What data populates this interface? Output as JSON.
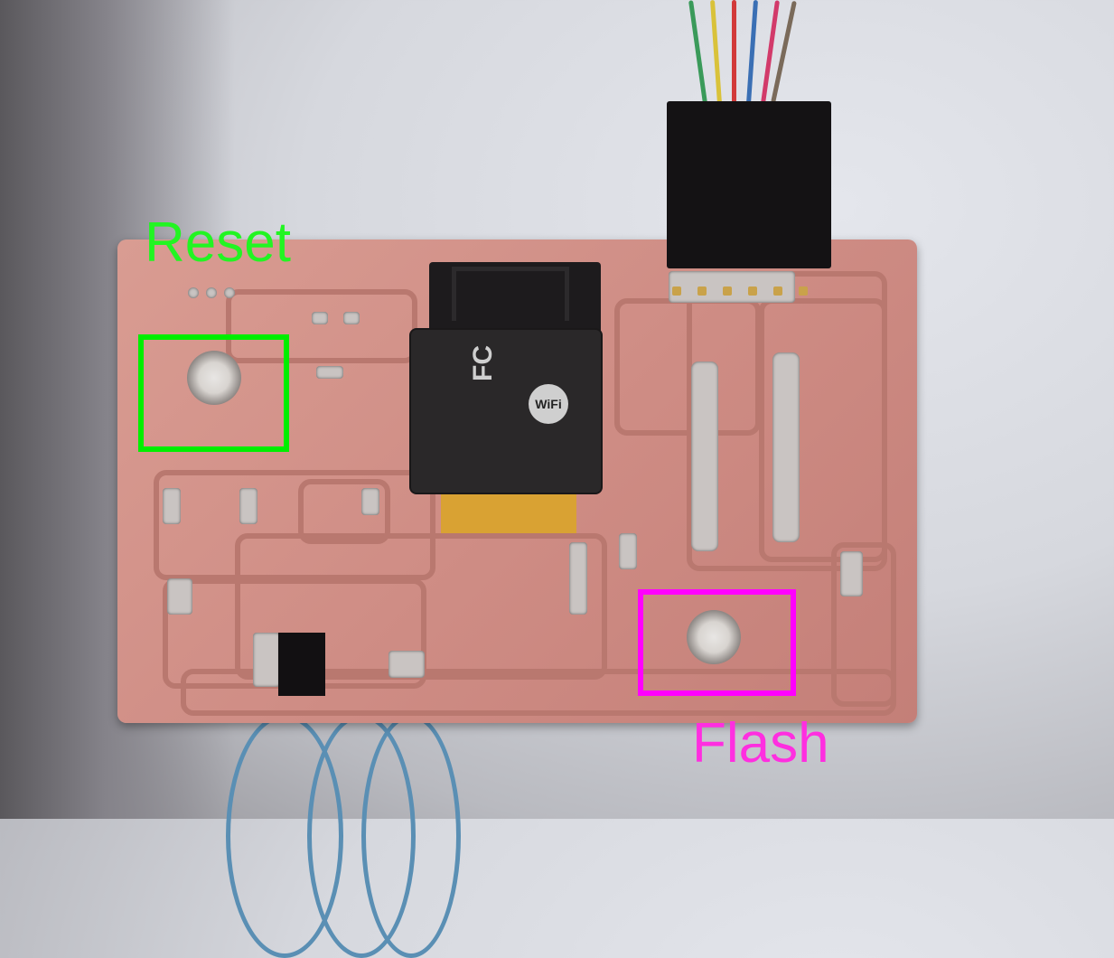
{
  "annotations": {
    "reset": {
      "label": "Reset",
      "color": "#00ee00"
    },
    "flash": {
      "label": "Flash",
      "color": "#ff00ff"
    }
  },
  "module_markings": {
    "brand": "FC",
    "wifi_logo": "WiFi"
  }
}
